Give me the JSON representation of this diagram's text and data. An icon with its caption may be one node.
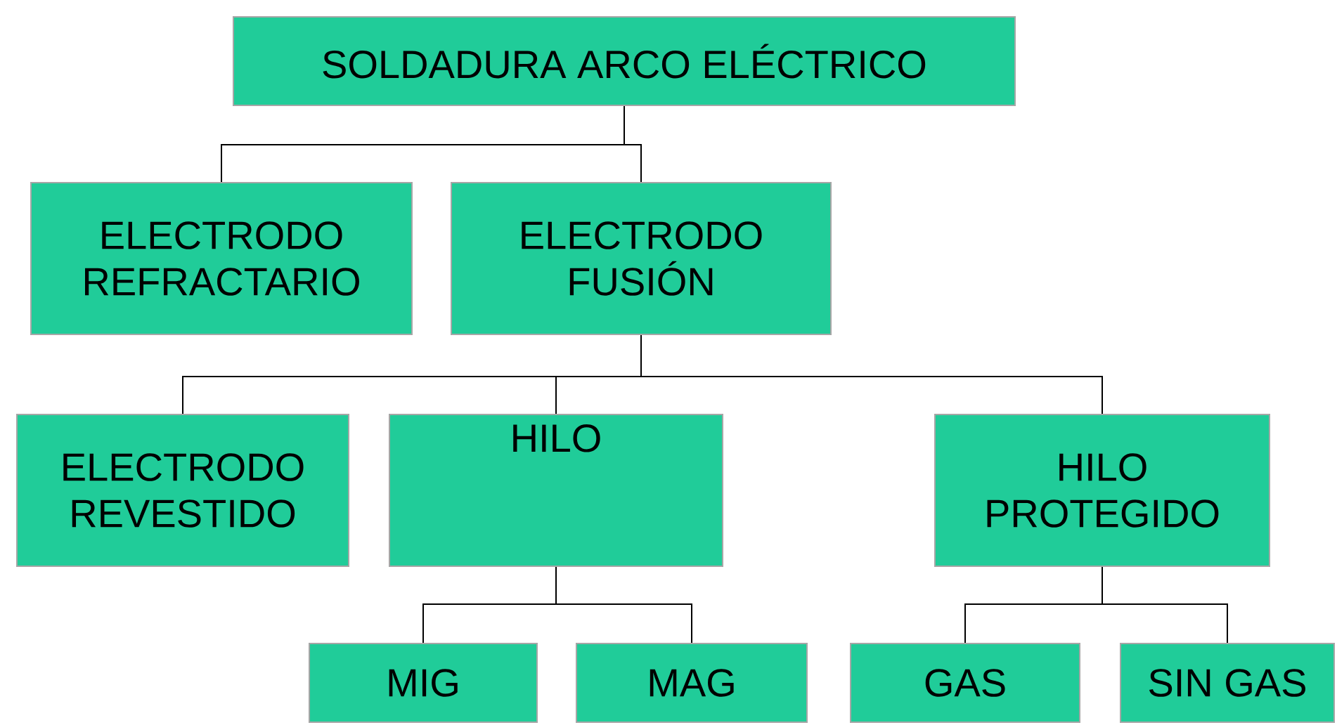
{
  "diagram": {
    "nodes": [
      {
        "text": [
          "SOLDADURA ARCO ELÉCTRICO"
        ]
      },
      {
        "text": [
          "ELECTRODO REFRACTARIO"
        ]
      },
      {
        "text": [
          "ELECTRODO FUSIÓN"
        ]
      },
      {
        "text": [
          "ELECTRODO REVESTIDO"
        ]
      },
      {
        "text": [
          "HILO"
        ]
      },
      {
        "text": [
          "HILO PROTEGIDO"
        ]
      },
      {
        "text": [
          "MIG"
        ]
      },
      {
        "text": [
          "MAG"
        ]
      },
      {
        "text": [
          "GAS"
        ]
      },
      {
        "text": [
          "SIN GAS"
        ]
      }
    ],
    "edges": [
      {
        "from": 0,
        "to": 1,
        "arrow": "none"
      },
      {
        "from": 0,
        "to": 2,
        "arrow": "none"
      },
      {
        "from": 2,
        "to": 3,
        "arrow": "none"
      },
      {
        "from": 2,
        "to": 4,
        "arrow": "none"
      },
      {
        "from": 2,
        "to": 5,
        "arrow": "none"
      },
      {
        "from": 4,
        "to": 6,
        "arrow": "none"
      },
      {
        "from": 4,
        "to": 7,
        "arrow": "none"
      },
      {
        "from": 5,
        "to": 8,
        "arrow": "none"
      },
      {
        "from": 5,
        "to": 9,
        "arrow": "none"
      }
    ]
  }
}
